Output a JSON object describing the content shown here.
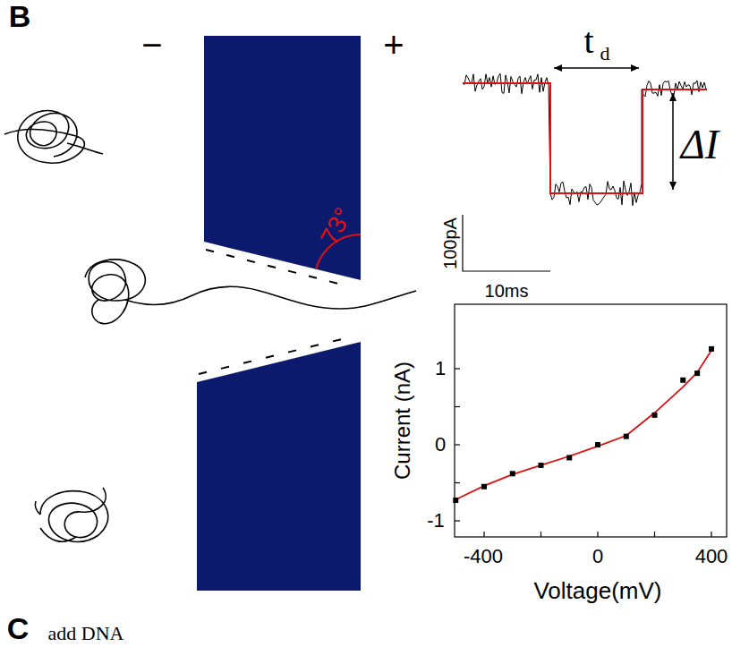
{
  "diagram": {
    "labels": [
      "B",
      "−",
      "+",
      "73°",
      "t",
      "d",
      "ΔI",
      "100pA",
      "10ms",
      "1",
      "0",
      "-1",
      "-400",
      "0",
      "400",
      "Current (nA)",
      "Voltage(mV)",
      "C",
      "add DNA"
    ]
  }
}
